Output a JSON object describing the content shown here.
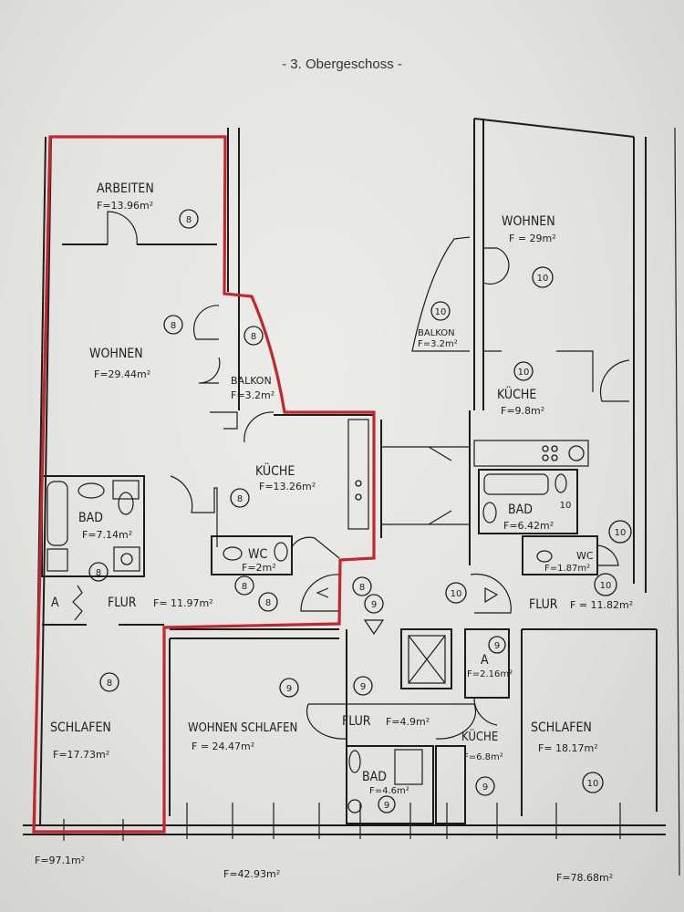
{
  "title": "- 3. Obergeschoss -",
  "colors": {
    "highlight_outline": "#c3262b",
    "lines": "#1c1c1c",
    "paper": "#e6e6e4"
  },
  "rooms": [
    {
      "name": "ARBEITEN",
      "area": "F=13.96m²",
      "marker": "8"
    },
    {
      "name": "WOHNEN",
      "area": "F=29.44m²",
      "marker": "8"
    },
    {
      "name": "BALKON",
      "area": "F=3.2m²",
      "marker": "8"
    },
    {
      "name": "KÜCHE",
      "area": "F=13.26m²",
      "marker": "8"
    },
    {
      "name": "BAD",
      "area": "F=7.14m²",
      "marker": "8"
    },
    {
      "name": "WC",
      "area": "F=2m²",
      "marker": "8"
    },
    {
      "name": "FLUR",
      "area": "F= 11.97m²",
      "marker": "8"
    },
    {
      "name": "SCHLAFEN",
      "area": "F=17.73m²",
      "marker": "8"
    },
    {
      "name": "WOHNEN SCHLAFEN",
      "area": "F = 24.47m²",
      "marker": "9"
    },
    {
      "name": "FLUR",
      "area": "F=4.9m²",
      "marker": "9"
    },
    {
      "name": "BAD",
      "area": "F=4.6m²",
      "marker": "9"
    },
    {
      "name": "KÜCHE",
      "area": "F=6.8m²",
      "marker": "9"
    },
    {
      "name": "A",
      "area": "F=2.16m²",
      "marker": "9"
    },
    {
      "name": "SCHLAFEN",
      "area": "F= 18.17m²",
      "marker": "10"
    },
    {
      "name": "WOHNEN",
      "area": "F = 29m²",
      "marker": "10"
    },
    {
      "name": "BALKON",
      "area": "F=3.2m²",
      "marker": "10"
    },
    {
      "name": "KÜCHE",
      "area": "F=9.8m²",
      "marker": "10"
    },
    {
      "name": "BAD",
      "area": "F=6.42m²",
      "marker": "10"
    },
    {
      "name": "WC",
      "area": "F=1.87m²",
      "marker": "10"
    },
    {
      "name": "FLUR",
      "area": "F = 11.82m²",
      "marker": "10"
    }
  ],
  "abstellraum_label": "A",
  "extra_markers": [
    "8",
    "8",
    "8",
    "9",
    "10",
    "9",
    "10",
    "10",
    "10"
  ],
  "totals": [
    "F=97.1m²",
    "F=42.93m²",
    "F=78.68m²"
  ]
}
